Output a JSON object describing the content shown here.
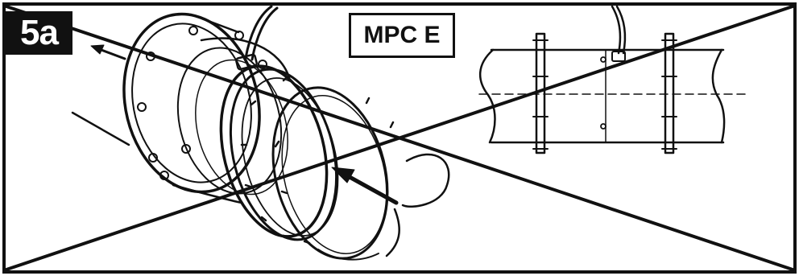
{
  "step": {
    "label": "5a"
  },
  "model": {
    "label": "MPC E"
  },
  "icons": {
    "pump_illustration": "pump-flange-assembly",
    "pipe_schematic": "pipe-mounting-schematic",
    "cross_out": "large-x-cross",
    "flow_arrow": "flow-direction-arrow"
  },
  "colors": {
    "ink": "#111111",
    "background": "#ffffff",
    "badge_bg": "#111111",
    "badge_text": "#ffffff"
  }
}
